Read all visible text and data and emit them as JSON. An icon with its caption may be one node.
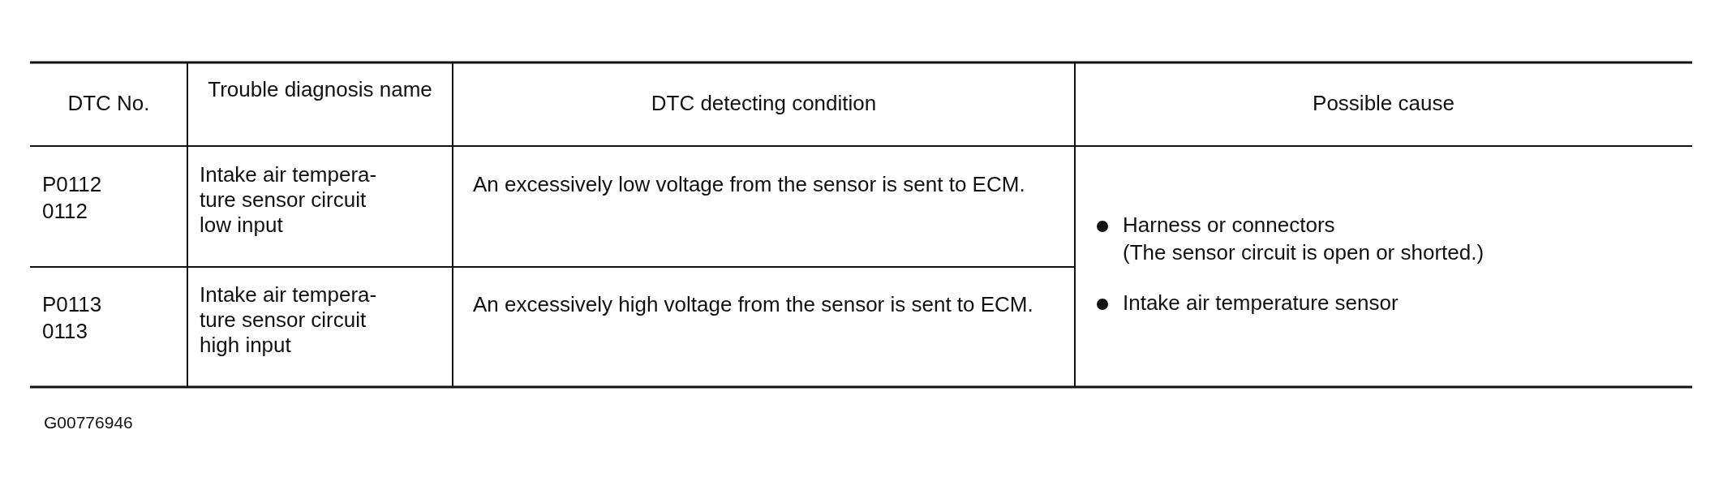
{
  "diagram": {
    "labels": [
      "DTC No.",
      "Trouble diagnosis name",
      "DTC detecting condition",
      "Possible cause",
      "P0112",
      "0112",
      "Intake air tempera- ture sensor circuit low input",
      "An excessively low voltage from the sensor is sent to ECM.",
      "Harness or connectors",
      "(The sensor circuit is open or shorted.)",
      "Intake air temperature sensor",
      "P0113",
      "0113",
      "Intake air tempera- ture sensor circuit high input",
      "An excessively high voltage from the sensor is sent to ECM.",
      "G00776946"
    ]
  }
}
